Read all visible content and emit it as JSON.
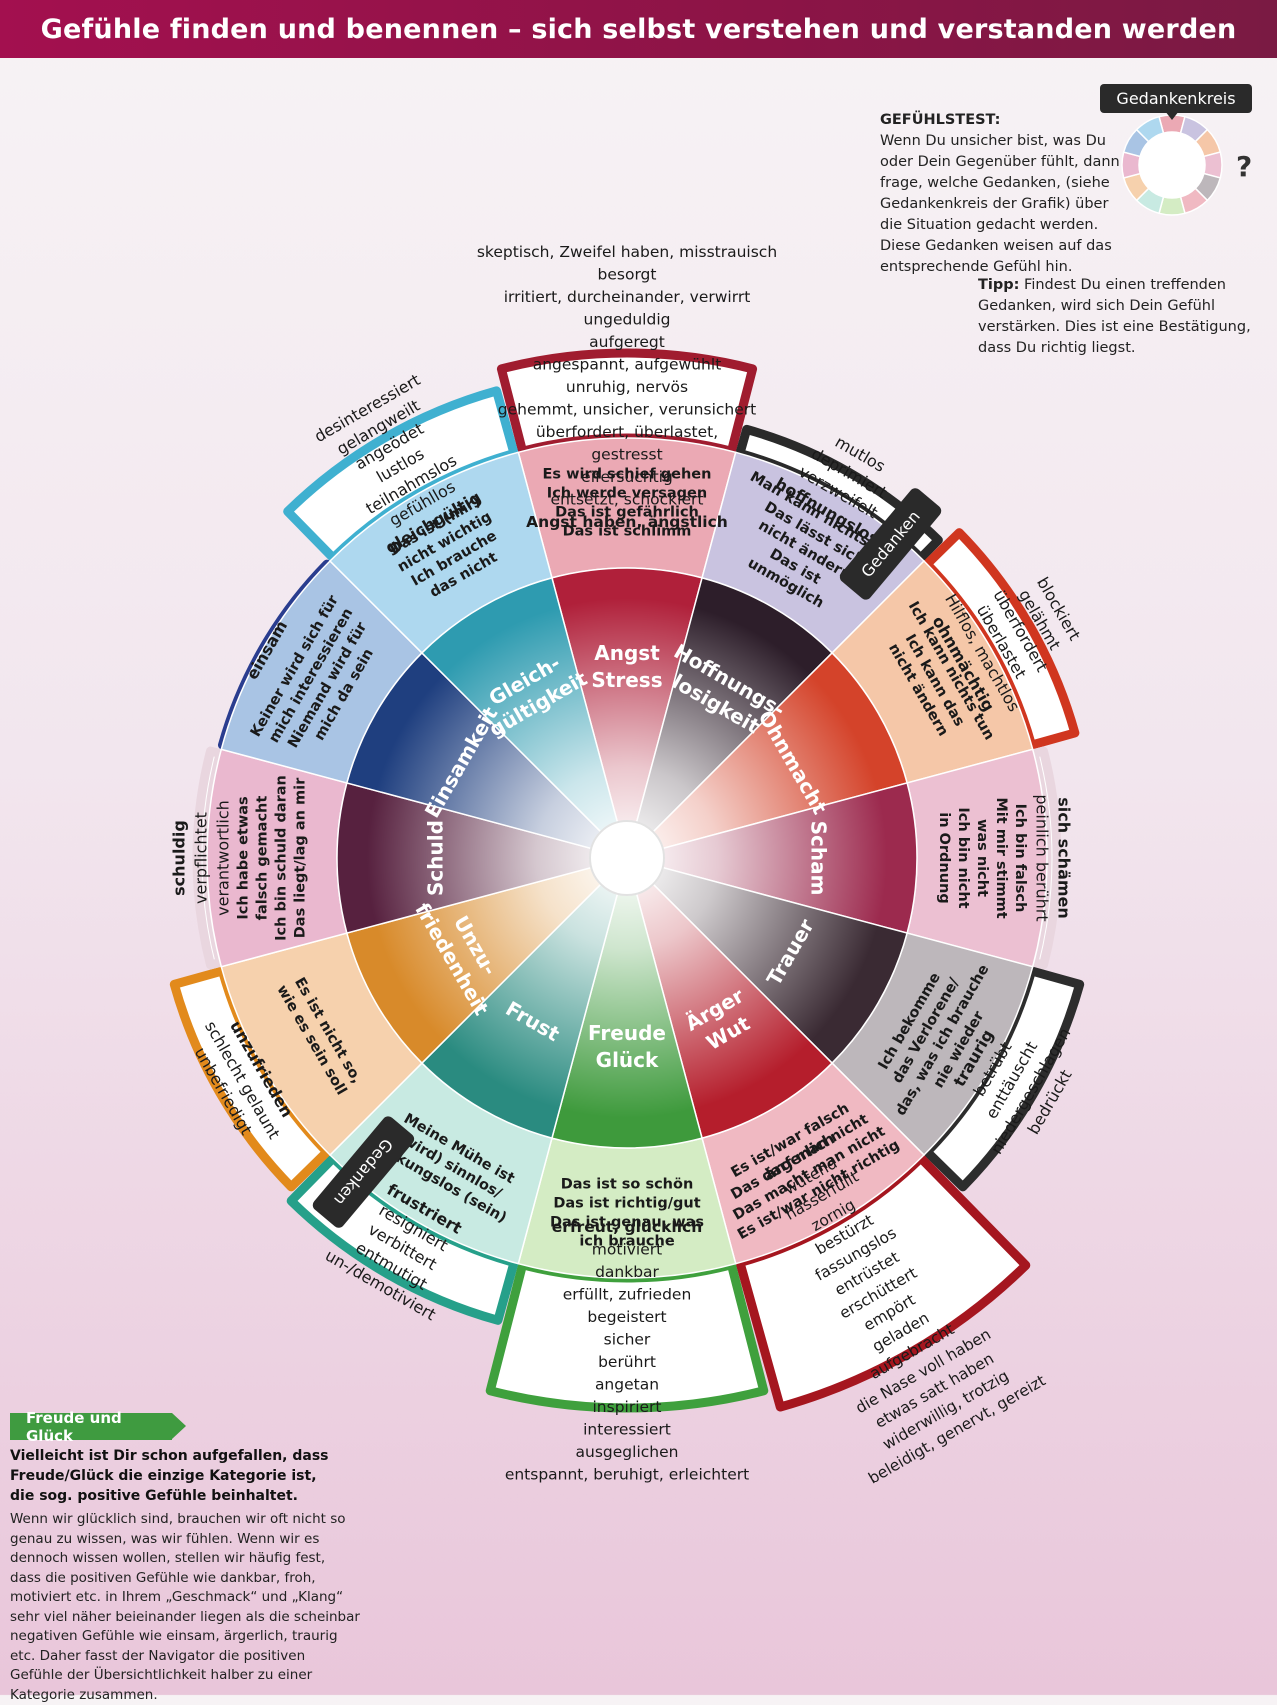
{
  "title": "Gefühle finden und benennen – sich selbst verstehen und verstanden werden",
  "info": {
    "heading": "GEFÜHLSTEST:",
    "text": "Wenn Du unsicher bist, was Du oder Dein Gegenüber fühlt, dann frage, welche Gedanken, (siehe Gedankenkreis der Grafik) über die Situation gedacht werden. Diese Gedanken weisen auf das entsprechende Gefühl hin.",
    "tip_label": "Tipp:",
    "tip_text": "Findest Du einen treffenden Gedanken, wird sich Dein Gefühl verstärken. Dies ist eine Bestätigung, dass Du richtig liegst.",
    "gedankenkreis_label": "Gedankenkreis",
    "question_mark": "?"
  },
  "freude_box": {
    "tag": "Freude und Glück",
    "bold_text": "Vielleicht ist Dir schon aufgefallen, dass Freude/Glück die einzige Kategorie ist, die sog. positive Gefühle beinhaltet.",
    "body_text": "Wenn wir glücklich sind, brauchen wir oft nicht so genau zu wissen, was wir fühlen. Wenn wir es dennoch wissen wollen, stellen wir häufig fest, dass die positiven Gefühle wie dankbar, froh, motiviert etc. in Ihrem „Geschmack“ und „Klang“ sehr viel näher beieinander liegen als die scheinbar negativen Gefühle wie einsam, ärgerlich, traurig etc. Daher fasst der Navigator die positiven Gefühle der Übersichtlichkeit halber zu einer Kategorie zusammen."
  },
  "gedanken_label": "Gedanken",
  "wheel": {
    "center_color": "#ffffff",
    "sectors": [
      {
        "name": "Angst\nStress",
        "color": "#b0203a",
        "thought_color": "#eba9b4",
        "border_color": "#a01c2f",
        "thoughts": [
          "Es wird schief gehen",
          "Ich werde versagen",
          "Das ist gefährlich",
          "Das ist schlimm"
        ],
        "feelings": [
          "skeptisch, Zweifel haben, misstrauisch",
          "besorgt",
          "irritiert, durcheinander, verwirrt",
          "ungeduldig",
          "aufgeregt",
          "angespannt, aufgewühlt",
          "unruhig, nervös",
          "gehemmt, unsicher, verunsichert",
          "überfordert, überlastet,",
          "gestresst",
          "eifersüchtig",
          "entsetzt, schockiert",
          "Angst haben, ängstlich"
        ],
        "bold_feeling": "Angst haben, ängstlich"
      },
      {
        "name": "Hoffnungs-\nlosigkeit",
        "color": "#2d1e2a",
        "thought_color": "#c9c3e0",
        "border_color": "#2a2a2a",
        "thoughts": [
          "Man kann nichts tun",
          "Das lässt sich",
          "nicht ändern",
          "Das ist",
          "unmöglich"
        ],
        "feelings": [
          "mutlos",
          "deprimiert",
          "verzweifelt",
          "hoffnungslos"
        ],
        "bold_feeling": "hoffnungslos"
      },
      {
        "name": "Ohnmacht",
        "color": "#d4432a",
        "thought_color": "#f5c7a8",
        "border_color": "#d0361f",
        "thoughts": [
          "Ich kann nichts tun",
          "Ich kann das",
          "nicht ändern"
        ],
        "feelings": [
          "blockiert",
          "gelähmt",
          "überfordert",
          "überlastet",
          "Hilflos, machtlos",
          "ohnmächtig"
        ],
        "bold_feeling": "ohnmächtig"
      },
      {
        "name": "Scham",
        "color": "#9c2a4e",
        "thought_color": "#ecc0d2",
        "border_color": "#e9d6df",
        "thoughts": [
          "Ich bin falsch",
          "Mit mir stimmt",
          "was nicht",
          "Ich bin nicht",
          "in Ordnung"
        ],
        "feelings": [
          "sich schämen",
          "peinlich berührt"
        ],
        "bold_feeling": "sich schämen"
      },
      {
        "name": "Trauer",
        "color": "#3a2a33",
        "thought_color": "#bdb7bb",
        "border_color": "#2d2d2d",
        "thoughts": [
          "Ich bekomme",
          "das Verlorene/",
          "das, was ich brauche",
          "nie wieder"
        ],
        "feelings": [
          "traurig",
          "betrübt",
          "enttäuscht",
          "niedergeschlagen",
          "bedrückt"
        ],
        "bold_feeling": "traurig"
      },
      {
        "name": "Ärger\nWut",
        "color": "#b51e2c",
        "thought_color": "#f0b9c2",
        "border_color": "#a5161f",
        "thoughts": [
          "Es ist/war falsch",
          "Das darf man nicht",
          "Das macht man nicht",
          "Es ist/war nicht richtig"
        ],
        "feelings": [
          "ärgerlich",
          "wütend",
          "hasserfüllt",
          "zornig",
          "bestürzt",
          "fassungslos",
          "entrüstet",
          "erschüttert",
          "empört",
          "geladen",
          "aufgebracht",
          "die Nase voll haben",
          "etwas satt haben",
          "widerwillig, trotzig",
          "beleidigt, genervt, gereizt"
        ],
        "bold_feeling": "ärgerlich"
      },
      {
        "name": "Freude\nGlück",
        "color": "#3e9a3c",
        "thought_color": "#d4ecc4",
        "border_color": "#3fa03d",
        "thoughts": [
          "Das ist so schön",
          "Das ist richtig/gut",
          "Das ist genau, was",
          "ich brauche"
        ],
        "feelings": [
          "erfreut, glücklich",
          "motiviert",
          "dankbar",
          "erfüllt, zufrieden",
          "begeistert",
          "sicher",
          "berührt",
          "angetan",
          "inspiriert",
          "interessiert",
          "ausgeglichen",
          "entspannt, beruhigt, erleichtert"
        ],
        "bold_feeling": "erfreut, glücklich"
      },
      {
        "name": "Frust",
        "color": "#2a8b80",
        "thought_color": "#c8eae2",
        "border_color": "#26a08a",
        "thoughts": [
          "Meine Mühe ist",
          "(wird) sinnlos/",
          "wirkungslos (sein)"
        ],
        "feelings": [
          "frustriert",
          "resigniert",
          "verbittert",
          "entmutigt",
          "un-/demotiviert"
        ],
        "bold_feeling": "frustriert"
      },
      {
        "name": "Unzu-\nfriedenheit",
        "color": "#d88a2a",
        "thought_color": "#f6d1ad",
        "border_color": "#e28a1c",
        "thoughts": [
          "Es ist nicht so,",
          "wie es sein soll"
        ],
        "feelings": [
          "unzufrieden",
          "schlecht gelaunt",
          "unbefriedigt"
        ],
        "bold_feeling": "unzufrieden"
      },
      {
        "name": "Schuld",
        "color": "#57213f",
        "thought_color": "#eab8cf",
        "border_color": "#e9d6df",
        "thoughts": [
          "Ich habe etwas",
          "falsch gemacht",
          "Ich bin schuld daran",
          "Das liegt/lag an mir"
        ],
        "feelings": [
          "schuldig",
          "verpflichtet",
          "verantwortlich"
        ],
        "bold_feeling": "schuldig"
      },
      {
        "name": "Einsamkeit",
        "color": "#1f3f7f",
        "thought_color": "#a9c4e4",
        "border_color": "#2a3d8f",
        "thoughts": [
          "Keiner wird sich für",
          "mich interessieren",
          "Niemand wird für",
          "mich da sein"
        ],
        "feelings": [
          "einsam"
        ],
        "bold_feeling": "einsam"
      },
      {
        "name": "Gleich-\ngültigkeit",
        "color": "#2e9bb0",
        "thought_color": "#aed8ef",
        "border_color": "#3fb0d0",
        "thoughts": [
          "Das ist (mir)",
          "nicht wichtig",
          "Ich brauche",
          "das nicht"
        ],
        "feelings": [
          "desinteressiert",
          "gelangweilt",
          "angeödet",
          "lustlos",
          "teilnahmslos",
          "gefühllos",
          "gleichgültig"
        ],
        "bold_feeling": "gleichgültig"
      }
    ]
  }
}
